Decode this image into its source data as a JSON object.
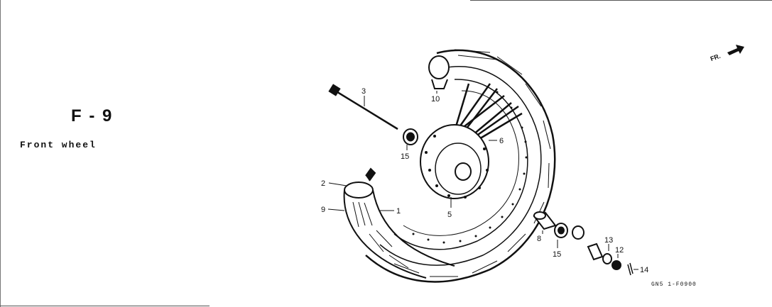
{
  "section": {
    "code": "F - 9",
    "title": "Front wheel"
  },
  "diagram": {
    "code": "GN5 1-F0900",
    "direction_label": "FR."
  },
  "callouts": [
    "3",
    "10",
    "15",
    "6",
    "2",
    "9",
    "1",
    "5",
    "8",
    "15",
    "13",
    "12",
    "14"
  ]
}
